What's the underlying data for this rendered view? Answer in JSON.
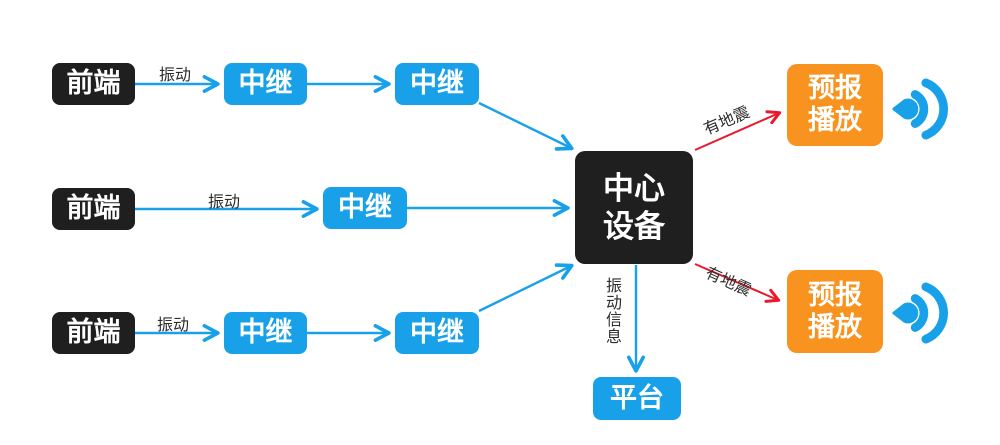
{
  "diagram": {
    "title": "earthquake-warning-system-flow",
    "colors": {
      "node_black": "#1f1f1f",
      "node_blue": "#18a1e9",
      "node_orange": "#f7931e",
      "arrow_blue": "#18a1e9",
      "arrow_red": "#e8192c",
      "edge_label_text": "#2d2d2d",
      "node_text": "#ffffff"
    },
    "nodes": [
      {
        "id": "front-end-1",
        "label": "前端",
        "type": "black"
      },
      {
        "id": "relay-1a",
        "label": "中继",
        "type": "blue"
      },
      {
        "id": "relay-1b",
        "label": "中继",
        "type": "blue"
      },
      {
        "id": "front-end-2",
        "label": "前端",
        "type": "black"
      },
      {
        "id": "relay-2",
        "label": "中继",
        "type": "blue"
      },
      {
        "id": "front-end-3",
        "label": "前端",
        "type": "black"
      },
      {
        "id": "relay-3a",
        "label": "中继",
        "type": "blue"
      },
      {
        "id": "relay-3b",
        "label": "中继",
        "type": "blue"
      },
      {
        "id": "central-device",
        "label": "中心\n设备",
        "type": "center"
      },
      {
        "id": "platform",
        "label": "平台",
        "type": "blue"
      },
      {
        "id": "broadcast-1",
        "label": "预报\n播放",
        "type": "orange"
      },
      {
        "id": "broadcast-2",
        "label": "预报\n播放",
        "type": "orange"
      }
    ],
    "edges": [
      {
        "from": "front-end-1",
        "to": "relay-1a",
        "label": "振动",
        "color": "blue"
      },
      {
        "from": "relay-1a",
        "to": "relay-1b",
        "label": "",
        "color": "blue"
      },
      {
        "from": "relay-1b",
        "to": "central-device",
        "label": "",
        "color": "blue"
      },
      {
        "from": "front-end-2",
        "to": "relay-2",
        "label": "振动",
        "color": "blue"
      },
      {
        "from": "relay-2",
        "to": "central-device",
        "label": "",
        "color": "blue"
      },
      {
        "from": "front-end-3",
        "to": "relay-3a",
        "label": "振动",
        "color": "blue"
      },
      {
        "from": "relay-3a",
        "to": "relay-3b",
        "label": "",
        "color": "blue"
      },
      {
        "from": "relay-3b",
        "to": "central-device",
        "label": "",
        "color": "blue"
      },
      {
        "from": "central-device",
        "to": "platform",
        "label": "振动信息",
        "color": "blue"
      },
      {
        "from": "central-device",
        "to": "broadcast-1",
        "label": "有地震",
        "color": "red"
      },
      {
        "from": "central-device",
        "to": "broadcast-2",
        "label": "有地震",
        "color": "red"
      }
    ],
    "icons": [
      {
        "id": "sound-wave-icon-1",
        "name": "sound-wave-icon"
      },
      {
        "id": "sound-wave-icon-2",
        "name": "sound-wave-icon"
      }
    ]
  }
}
